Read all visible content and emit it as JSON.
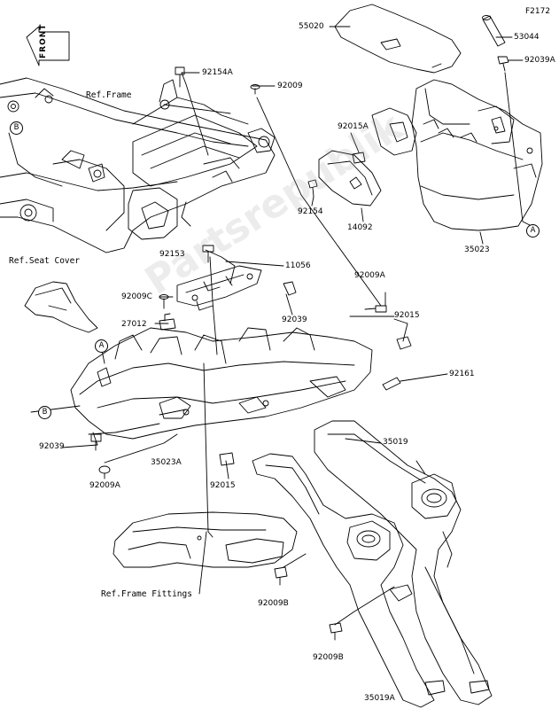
{
  "figure_code": "F2172",
  "front_label": "FRONT",
  "watermark": "Partsrepublik",
  "callouts": {
    "c55020": "55020",
    "c53044": "53044",
    "c92039A_top": "92039A",
    "c92154A": "92154A",
    "c92009_top": "92009",
    "c92015A": "92015A",
    "c92154": "92154",
    "c14092": "14092",
    "c35023": "35023",
    "c92153": "92153",
    "c11056": "11056",
    "c92009C": "92009C",
    "c92009A_right": "92009A",
    "c92039_mid": "92039",
    "c27012": "27012",
    "c92015_right": "92015",
    "c92161": "92161",
    "c35019": "35019",
    "c92039_left": "92039",
    "c35023A": "35023A",
    "c92009A_left": "92009A",
    "c92015_bottom": "92015",
    "c92009B_upper": "92009B",
    "c92009B_lower": "92009B",
    "c35019A": "35019A"
  },
  "references": {
    "frame": "Ref.Frame",
    "seat_cover": "Ref.Seat Cover",
    "frame_fittings": "Ref.Frame Fittings"
  },
  "markers": {
    "a_right": "A",
    "a_left": "A",
    "b_top": "B",
    "b_left": "B"
  },
  "colors": {
    "line": "#000000",
    "background": "#ffffff"
  }
}
